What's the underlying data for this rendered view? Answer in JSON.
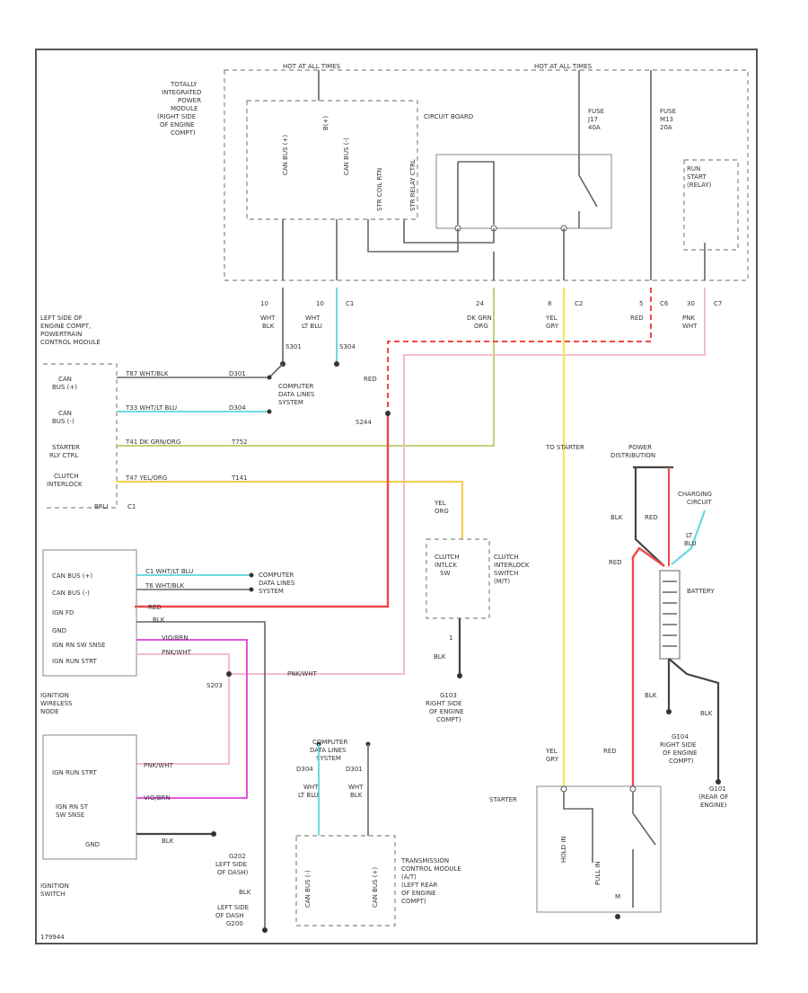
{
  "title": "",
  "labels": {
    "hot_1": "HOT AT ALL TIMES",
    "hot_2": "HOT AT ALL TIMES",
    "tipm": "TOTALLY INTEGRATED POWER MODULE (RIGHT SIDE OF ENGINE COMPT)",
    "circuit_board": "CIRCUIT BOARD",
    "fuse_1": "FUSE J17 40A",
    "fuse_2": "FUSE M13 20A",
    "run_start": "RUN START (RELAY)",
    "pcm": "LEFT SIDE OF ENGINE COMPT, POWERTRAIN CONTROL MODULE",
    "pcm_canb_plus": "CAN BUS (+)",
    "pcm_canb_minus": "CAN BUS (-)",
    "pcm_starter": "STARTER RLY CTRL",
    "pcm_clutch": "CLUTCH INTERLOCK",
    "computer_data_1": "COMPUTER DATA LINES SYSTEM",
    "computer_data_2": "COMPUTER DATA LINES SYSTEM",
    "computer_data_3": "COMPUTER DATA LINES SYSTEM",
    "clutch_switch": "CLUTCH INTERLOCK SWITCH (M/T)",
    "clutch_inner": "CLUTCH INTLCK SW",
    "to_starter": "TO STARTER",
    "power_dist": "POWER DISTRIBUTION",
    "charging": "CHARGING CIRCUIT",
    "battery": "BATTERY",
    "g103": "G103 RIGHT SIDE OF ENGINE COMPT",
    "g101": "G101 (REAR OF ENGINE)",
    "g104": "G104 RIGHT SIDE OF ENGINE COMPT",
    "ign_node": "IGNITION WIRELESS NODE",
    "ign_switch": "IGNITION SWITCH",
    "ign_run_strt": "IGN RUN STRT",
    "ign_rn_st": "IGN RN ST SW SNSE",
    "gnd": "GND",
    "g202": "G202 LEFT SIDE OF DASH",
    "g201": "LEFT SIDE OF DASH",
    "starter": "STARTER",
    "tcm": "TRANSMISSION CONTROL MODULE (A/T) (LEFT REAR OF ENGINE COMPT)",
    "code": "179944"
  },
  "wire_labels": {
    "whtblk": "WHT BLK",
    "whtltblu": "WHT LT BLU",
    "dkgrn": "DK GRN ORG",
    "yelgry": "YEL GRY",
    "red": "RED",
    "pnkwht": "PNK WHT",
    "blk": "BLK"
  },
  "colors": {
    "yellow": "#f2ea4a",
    "red": "#f04848",
    "pink": "#f6b4c4",
    "magenta": "#e040d8",
    "cyan": "#5cd6dc",
    "green": "#b6cc6a",
    "gold": "#f4c830"
  }
}
